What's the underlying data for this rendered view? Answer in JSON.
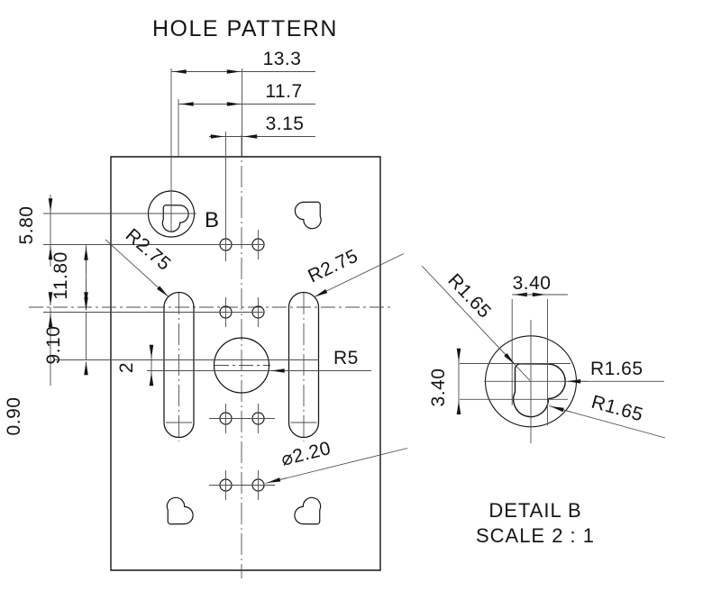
{
  "title": "HOLE PATTERN",
  "main_view": {
    "label_b": "B",
    "dims": {
      "top1": "13.3",
      "top2": "11.7",
      "top3": "3.15",
      "left1": "5.80",
      "left2": "11.80",
      "left3": "0.90",
      "left4": "9.10",
      "left5": "2",
      "slot_radius_left": "R2.75",
      "slot_radius_right": "R2.75",
      "center_radius": "R5",
      "hole_dia": "⌀2.20"
    }
  },
  "detail_view": {
    "title": "DETAIL B",
    "scale": "SCALE 2 : 1",
    "dims": {
      "width": "3.40",
      "height": "3.40",
      "r_top_left": "R1.65",
      "r_right": "R1.65",
      "r_bottom": "R1.65"
    }
  },
  "colors": {
    "line": "#141414",
    "thin_line": "#4d4d4d",
    "background": "#ffffff"
  }
}
